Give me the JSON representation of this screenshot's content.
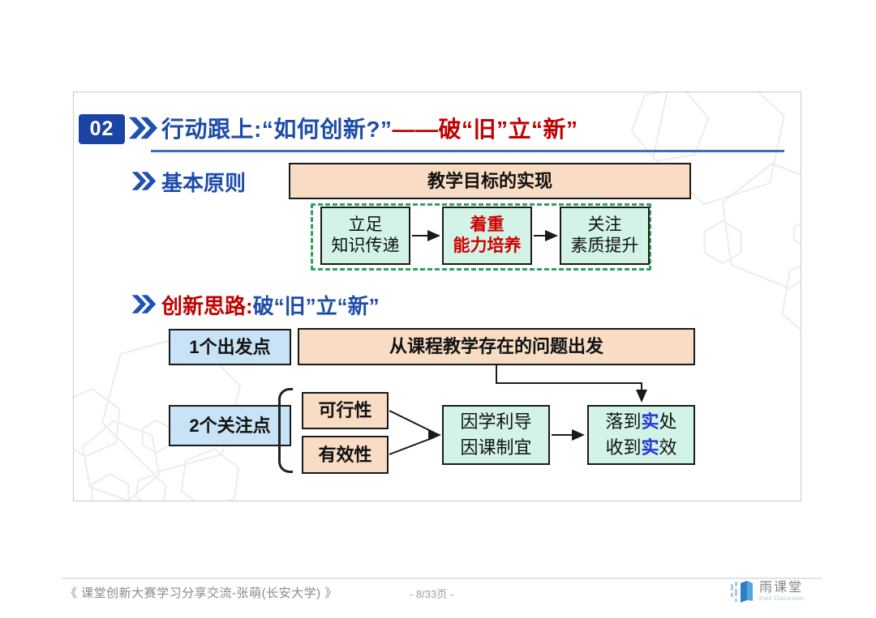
{
  "slide": {
    "badge": "02",
    "title": {
      "blue_part": "行动跟上:“如何创新?”",
      "red_part": "——破“旧”立“新”"
    },
    "principles": {
      "heading": "基本原则",
      "goal_box": "教学目标的实现",
      "steps": [
        {
          "line1": "立足",
          "line2": "知识传递"
        },
        {
          "line1": "着重",
          "line2": "能力培养"
        },
        {
          "line1": "关注",
          "line2": "素质提升"
        }
      ]
    },
    "innovation": {
      "heading_red": "创新思路:",
      "heading_blue": "破“旧”立“新”",
      "start_label": "1个出发点",
      "start_value": "从课程教学存在的问题出发",
      "focus_label": "2个关注点",
      "factor1": "可行性",
      "factor2": "有效性",
      "method_line1": "因学利导",
      "method_line2": "因课制宜",
      "result_line1": [
        {
          "t": "落到"
        },
        {
          "t": "实"
        },
        {
          "t": "处"
        }
      ],
      "result_line2": [
        {
          "t": "收到"
        },
        {
          "t": "实"
        },
        {
          "t": "效"
        }
      ]
    }
  },
  "footer": {
    "caption": "《 课堂创新大赛学习分享交流-张萌(长安大学) 》",
    "page": "- 8/33页 -",
    "logo_cn": "雨课堂",
    "logo_en": "Rain Classroom"
  },
  "colors": {
    "title_blue": "#1d4caa",
    "title_red": "#c00000",
    "badge_blue": "#1c44a4",
    "peach_fill": "#f8dcc4",
    "mint_fill": "#d2f3e6",
    "light_blue_fill": "#c8e2f6",
    "dashed_green": "#2ca25f",
    "result_char_blue": "#2236d4"
  }
}
